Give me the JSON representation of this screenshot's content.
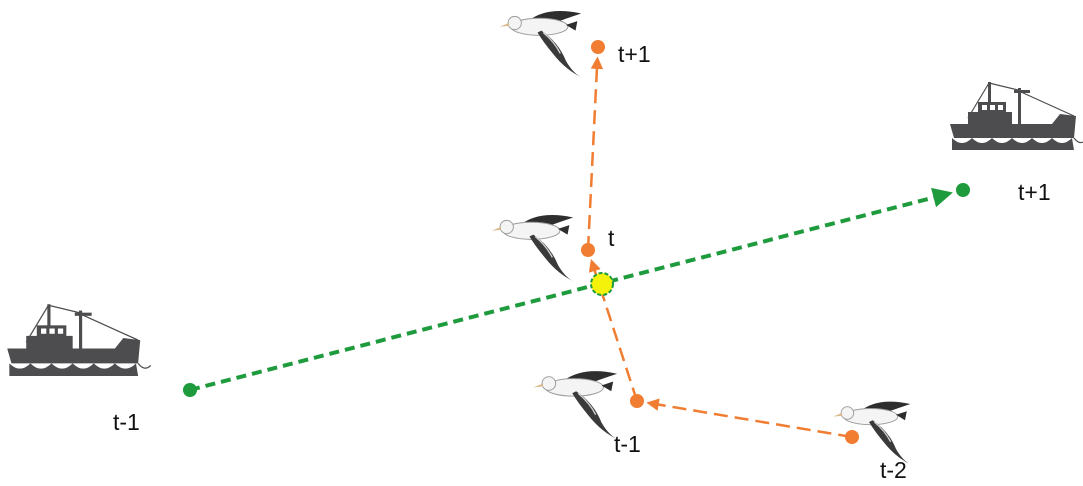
{
  "colors": {
    "vessel_track": "#1e9b3c",
    "bird_track": "#f07d32",
    "encounter_fill": "#f4f20a",
    "encounter_stroke": "#1e9b3c",
    "silhouette": "#4d4d4f",
    "label": "#111111"
  },
  "icons": {
    "vessel": "fishing-boat-icon",
    "bird": "albatross-icon"
  },
  "vessel": {
    "positions": [
      {
        "label": "t-1"
      },
      {
        "label": "t+1"
      }
    ]
  },
  "bird": {
    "positions": [
      {
        "label": "t-2"
      },
      {
        "label": "t-1"
      },
      {
        "label": "t"
      },
      {
        "label": "t+1"
      }
    ]
  }
}
